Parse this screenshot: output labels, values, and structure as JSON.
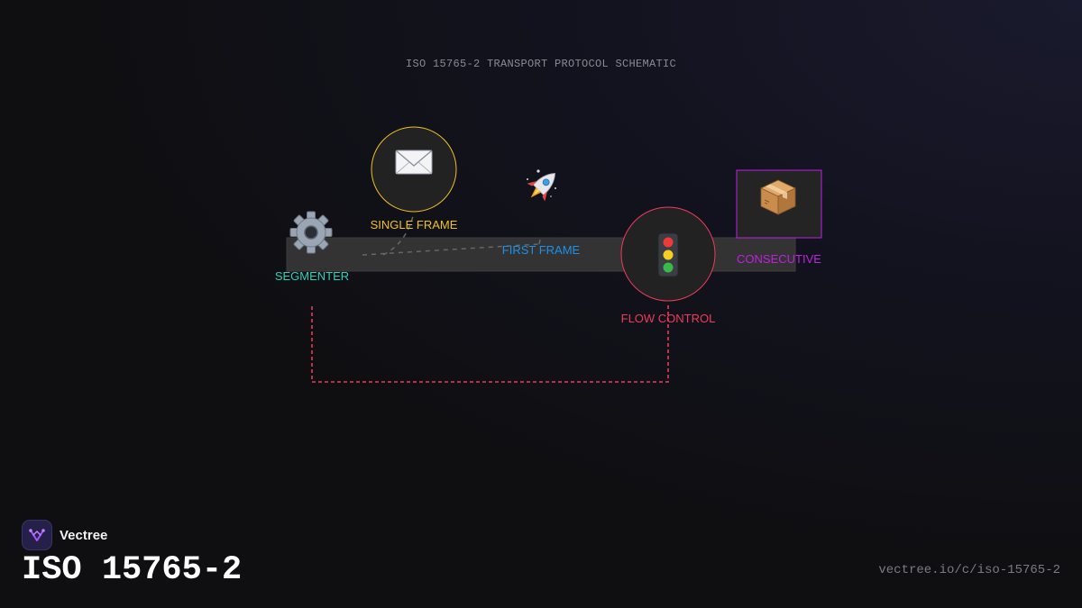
{
  "diagram": {
    "title": "ISO 15765-2 TRANSPORT PROTOCOL SCHEMATIC",
    "nodes": {
      "segmenter": {
        "label": "SEGMENTER",
        "icon": "gear-icon",
        "color": "#2fd0b8"
      },
      "single_frame": {
        "label": "SINGLE FRAME",
        "icon": "envelope-icon",
        "color": "#f0c020"
      },
      "first_frame": {
        "label": "FIRST FRAME",
        "icon": "rocket-icon",
        "color": "#1e90e8"
      },
      "flow_control": {
        "label": "FLOW CONTROL",
        "icon": "traffic-light-icon",
        "color": "#f03a5a"
      },
      "consecutive": {
        "label": "CONSECUTIVE",
        "icon": "package-icon",
        "color": "#c020e0"
      }
    },
    "connectors": {
      "data_path": "#6a6a6a",
      "feedback_loop": "#f03a5a"
    }
  },
  "footer": {
    "brand_name": "Vectree",
    "brand_icon": "vectree-logo-icon",
    "heading": "ISO 15765-2",
    "url": "vectree.io/c/iso-15765-2"
  },
  "colors": {
    "background": "#0f0f12",
    "node_fill": "#242424",
    "bus_fill": "#333333"
  }
}
